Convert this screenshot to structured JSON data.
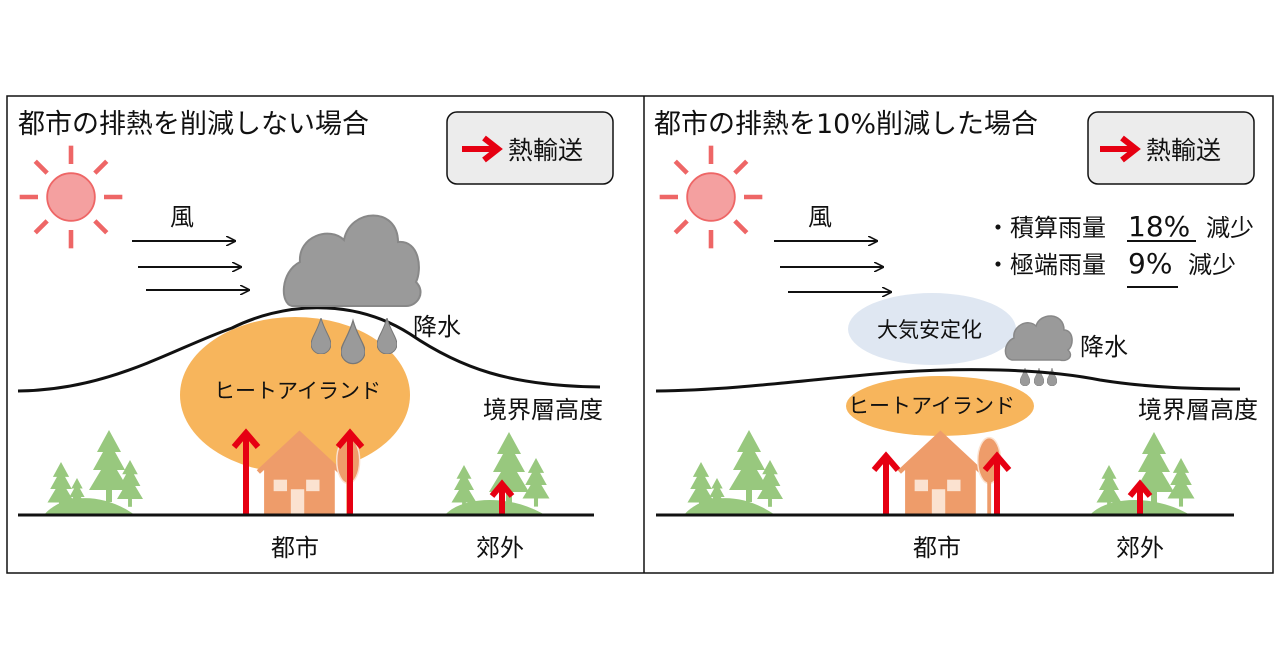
{
  "colors": {
    "sun": "#ee6666",
    "sun_fill": "#f4a0a0",
    "cloud": "#9a9a9a",
    "heat_island": "#f7b55c",
    "house": "#ee9c6a",
    "tree": "#98c87e",
    "arrow": "#e60012",
    "stability": "#dfe7f2"
  },
  "left_panel": {
    "title": "都市の排熱を削減しない場合",
    "legend_label": "熱輸送",
    "wind_label": "風",
    "precip_label": "降水",
    "heat_island_label": "ヒートアイランド",
    "boundary_label": "境界層高度",
    "city_label": "都市",
    "suburb_label": "郊外"
  },
  "right_panel": {
    "title": "都市の排熱を10%削減した場合",
    "legend_label": "熱輸送",
    "wind_label": "風",
    "precip_label": "降水",
    "heat_island_label": "ヒートアイランド",
    "stability_label": "大気安定化",
    "boundary_label": "境界層高度",
    "city_label": "都市",
    "suburb_label": "郊外",
    "stats": [
      {
        "prefix": "・積算雨量",
        "value": "18%",
        "suffix": "減少"
      },
      {
        "prefix": "・極端雨量",
        "value": "9%",
        "suffix": "減少"
      }
    ]
  }
}
